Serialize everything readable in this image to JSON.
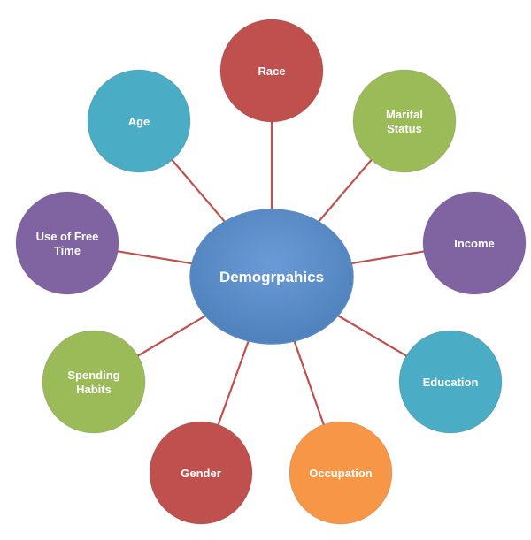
{
  "center": {
    "label": "Demogrpahics",
    "color": "#4f81bd"
  },
  "connector_color": "#c0504d",
  "nodes": [
    {
      "id": "race",
      "label": [
        "Race"
      ],
      "color": "#c0504d"
    },
    {
      "id": "marital-status",
      "label": [
        "Marital",
        "Status"
      ],
      "color": "#9bbb59"
    },
    {
      "id": "income",
      "label": [
        "Income"
      ],
      "color": "#8064a2"
    },
    {
      "id": "education",
      "label": [
        "Education"
      ],
      "color": "#4bacc6"
    },
    {
      "id": "occupation",
      "label": [
        "Occupation"
      ],
      "color": "#f79646"
    },
    {
      "id": "gender",
      "label": [
        "Gender"
      ],
      "color": "#c0504d"
    },
    {
      "id": "spending-habits",
      "label": [
        "Spending",
        "Habits"
      ],
      "color": "#9bbb59"
    },
    {
      "id": "use-of-free-time",
      "label": [
        "Use of Free",
        "Time"
      ],
      "color": "#8064a2"
    },
    {
      "id": "age",
      "label": [
        "Age"
      ],
      "color": "#4bacc6"
    }
  ]
}
